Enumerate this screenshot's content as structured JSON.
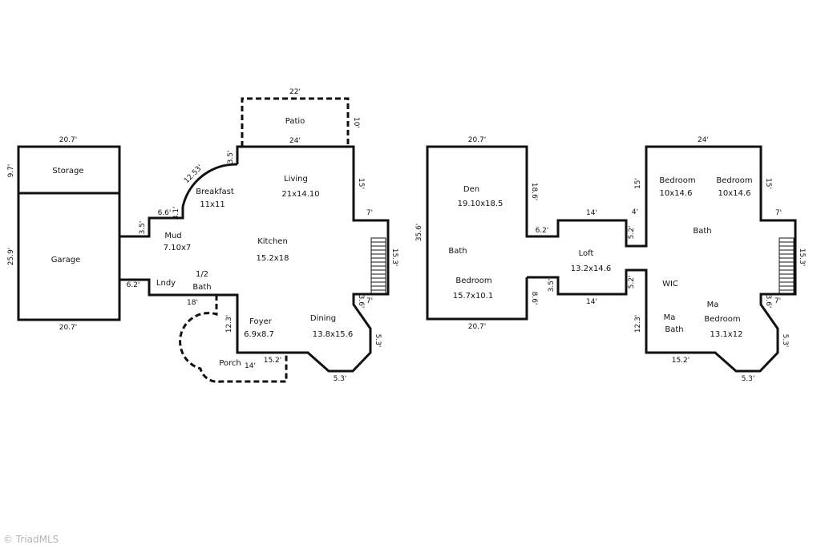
{
  "first_floor": {
    "rooms": {
      "storage": "Storage",
      "garage": "Garage",
      "patio": "Patio",
      "living_name": "Living",
      "living_size": "21x14.10",
      "breakfast_name": "Breakfast",
      "breakfast_size": "11x11",
      "mud_name": "Mud",
      "mud_size": "7.10x7",
      "kitchen_name": "Kitchen",
      "kitchen_size": "15.2x18",
      "lndy": "Lndy",
      "half_bath_1": "1/2",
      "half_bath_2": "Bath",
      "foyer_name": "Foyer",
      "foyer_size": "6.9x8.7",
      "dining_name": "Dining",
      "dining_size": "13.8x15.6",
      "porch": "Porch"
    },
    "dims": {
      "storage_top": "20.7'",
      "storage_side": "9.7'",
      "garage_side": "25.9'",
      "garage_bottom": "20.7'",
      "patio_top": "22'",
      "patio_side": "10'",
      "living_top": "24'",
      "breakfast_top": "3.5'",
      "breakfast_arc": "12.53'",
      "mud_a": "6.6'",
      "mud_b": "3.1'",
      "mud_c": "3.5'",
      "lndy_left": "6.2'",
      "right_15": "15'",
      "right_7": "7'",
      "stair_side": "15.3'",
      "stair_bottom": "7'",
      "dining_36": "3.6'",
      "dining_53a": "5.3'",
      "dining_53b": "5.3'",
      "bottom_18": "18'",
      "foyer_123": "12.3'",
      "porch_14": "14'",
      "porch_152": "15.2'"
    }
  },
  "second_floor": {
    "rooms": {
      "den_name": "Den",
      "den_size": "19.10x18.5",
      "bath": "Bath",
      "bedroom_name": "Bedroom",
      "bedroom_size": "15.7x10.1",
      "loft_name": "Loft",
      "loft_size": "13.2x14.6",
      "bedroom2_name": "Bedroom",
      "bedroom2_size": "10x14.6",
      "bedroom3_name": "Bedroom",
      "bedroom3_size": "10x14.6",
      "bath2": "Bath",
      "wic": "WIC",
      "ma_bath_1": "Ma",
      "ma_bath_2": "Bath",
      "ma_bed_1": "Ma",
      "ma_bed_2": "Bedroom",
      "ma_bed_size": "13.1x12"
    },
    "dims": {
      "den_top": "20.7'",
      "left_356": "35.6'",
      "den_186": "18.6'",
      "den_62": "6.2'",
      "den_bottom": "20.7'",
      "bed_86": "8.6'",
      "bed_35": "3.5'",
      "loft_14_top": "14'",
      "loft_14_bottom": "14'",
      "loft_4": "4'",
      "loft_52a": "5.2'",
      "loft_52b": "5.2'",
      "east_top": "24'",
      "east_15a": "15'",
      "east_15b": "15'",
      "east_7": "7'",
      "stair_side": "15.3'",
      "stair_bottom": "7'",
      "east_36": "3.6'",
      "east_53a": "5.3'",
      "east_53b": "5.3'",
      "east_123": "12.3'",
      "east_152": "15.2'"
    }
  },
  "watermark": "© TriadMLS"
}
